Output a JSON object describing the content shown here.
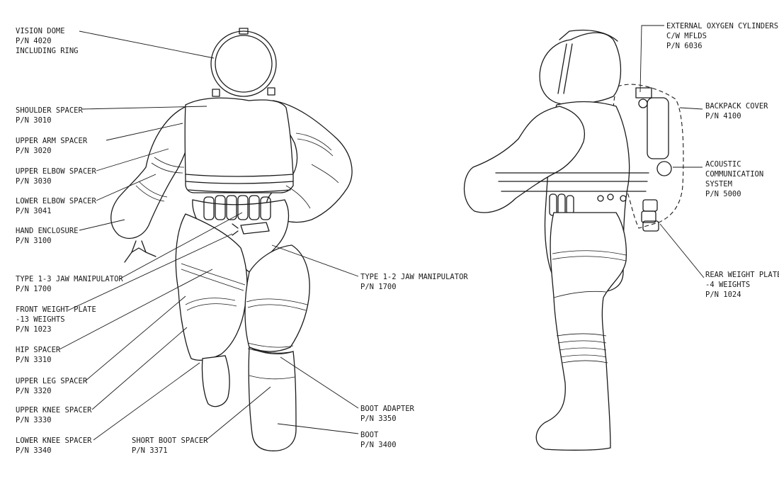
{
  "front_callouts": [
    {
      "id": "vision-dome",
      "lines": [
        "VISION DOME",
        "P/N 4020",
        "INCLUDING RING"
      ]
    },
    {
      "id": "shoulder-spacer",
      "lines": [
        "SHOULDER SPACER",
        "P/N 3010"
      ]
    },
    {
      "id": "upper-arm-spacer",
      "lines": [
        "UPPER ARM SPACER",
        "P/N 3020"
      ]
    },
    {
      "id": "upper-elbow-spacer",
      "lines": [
        "UPPER ELBOW SPACER",
        "P/N 3030"
      ]
    },
    {
      "id": "lower-elbow-spacer",
      "lines": [
        "LOWER ELBOW SPACER",
        "P/N 3041"
      ]
    },
    {
      "id": "hand-enclosure",
      "lines": [
        "HAND ENCLOSURE",
        "P/N 3100"
      ]
    },
    {
      "id": "type-1-3-jaw",
      "lines": [
        "TYPE 1-3 JAW MANIPULATOR",
        "P/N 1700"
      ]
    },
    {
      "id": "front-weight-plate",
      "lines": [
        "FRONT WEIGHT PLATE",
        "-13 WEIGHTS",
        "P/N 1023"
      ]
    },
    {
      "id": "hip-spacer",
      "lines": [
        "HIP SPACER",
        "P/N 3310"
      ]
    },
    {
      "id": "upper-leg-spacer",
      "lines": [
        "UPPER LEG SPACER",
        "P/N 3320"
      ]
    },
    {
      "id": "upper-knee-spacer",
      "lines": [
        "UPPER KNEE SPACER",
        "P/N 3330"
      ]
    },
    {
      "id": "lower-knee-spacer",
      "lines": [
        "LOWER KNEE SPACER",
        "P/N 3340"
      ]
    },
    {
      "id": "short-boot-spacer",
      "lines": [
        "SHORT BOOT SPACER",
        "P/N 3371"
      ]
    },
    {
      "id": "type-1-2-jaw",
      "lines": [
        "TYPE 1-2 JAW MANIPULATOR",
        "P/N 1700"
      ]
    },
    {
      "id": "boot-adapter",
      "lines": [
        "BOOT ADAPTER",
        "P/N 3350"
      ]
    },
    {
      "id": "boot",
      "lines": [
        "BOOT",
        "P/N 3400"
      ]
    }
  ],
  "side_callouts": [
    {
      "id": "external-oxygen-cylinders",
      "lines": [
        "EXTERNAL OXYGEN CYLINDERS",
        "C/W MFLDS",
        "P/N 6036"
      ]
    },
    {
      "id": "backpack-cover",
      "lines": [
        "BACKPACK COVER",
        "P/N 4100"
      ]
    },
    {
      "id": "acoustic-communication-system",
      "lines": [
        "ACOUSTIC",
        "COMMUNICATION",
        "SYSTEM",
        "P/N 5000"
      ]
    },
    {
      "id": "rear-weight-plate",
      "lines": [
        "REAR WEIGHT PLATE",
        "-4 WEIGHTS",
        "P/N 1024"
      ]
    }
  ]
}
